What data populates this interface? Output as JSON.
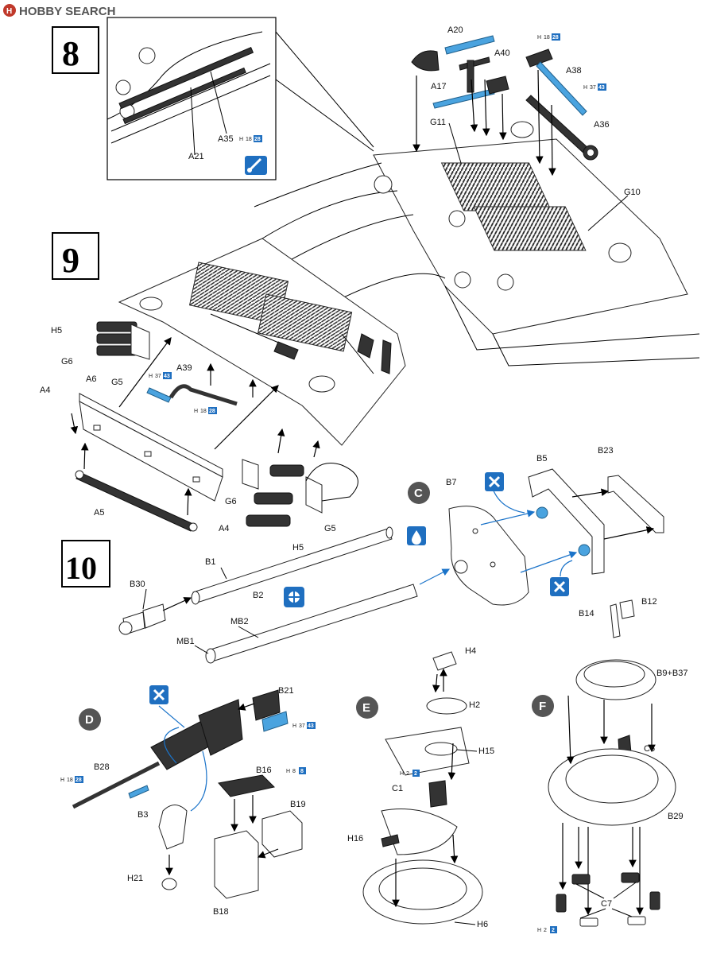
{
  "header": {
    "logo_text": "HOBBY SEARCH"
  },
  "steps": [
    {
      "number": "8"
    },
    {
      "number": "9"
    },
    {
      "number": "10"
    }
  ],
  "subassemblies": [
    "C",
    "D",
    "E",
    "F"
  ],
  "labels": {
    "A20": "A20",
    "A40": "A40",
    "A38": "A38",
    "A17": "A17",
    "A36": "A36",
    "G11": "G11",
    "G10": "G10",
    "A35": "A35",
    "A21": "A21",
    "H5a": "H5",
    "G6a": "G6",
    "G5a": "G5",
    "A39": "A39",
    "A6": "A6",
    "A4a": "A4",
    "A5": "A5",
    "A4b": "A4",
    "G6b": "G6",
    "G5b": "G5",
    "H5b": "H5",
    "B5": "B5",
    "B23": "B23",
    "B7": "B7",
    "B1": "B1",
    "B2": "B2",
    "B30": "B30",
    "MB2": "MB2",
    "MB1": "MB1",
    "B14": "B14",
    "B12": "B12",
    "B9B37": "B9+B37",
    "H4": "H4",
    "H2": "H2",
    "H15": "H15",
    "C1": "C1",
    "H16": "H16",
    "H6": "H6",
    "B21": "B21",
    "B28": "B28",
    "B16": "B16",
    "B19": "B19",
    "B3": "B3",
    "H21": "H21",
    "B18": "B18",
    "C6": "C6",
    "B29": "B29",
    "C7": "C7"
  },
  "paint_codes": {
    "p1": {
      "prefix": "H",
      "a": "18",
      "b": "28"
    },
    "p2": {
      "prefix": "H",
      "a": "37",
      "b": "43"
    },
    "p3": {
      "prefix": "H",
      "a": "18",
      "b": "28"
    },
    "p4": {
      "prefix": "H",
      "a": "37",
      "b": "43"
    },
    "p5": {
      "prefix": "H",
      "a": "18",
      "b": "28"
    },
    "p6": {
      "prefix": "H",
      "a": "37",
      "b": "43"
    },
    "p7": {
      "prefix": "H",
      "a": "18",
      "b": "28"
    },
    "p8": {
      "prefix": "H",
      "a": "8",
      "b": "8"
    },
    "p9": {
      "prefix": "H",
      "a": "2",
      "b": "2"
    },
    "p10": {
      "prefix": "H",
      "a": "2",
      "b": "2"
    }
  },
  "colors": {
    "accent_blue": "#1a73c9",
    "icon_blue": "#1f6fc0",
    "paint_box": "#1f6fc0"
  }
}
